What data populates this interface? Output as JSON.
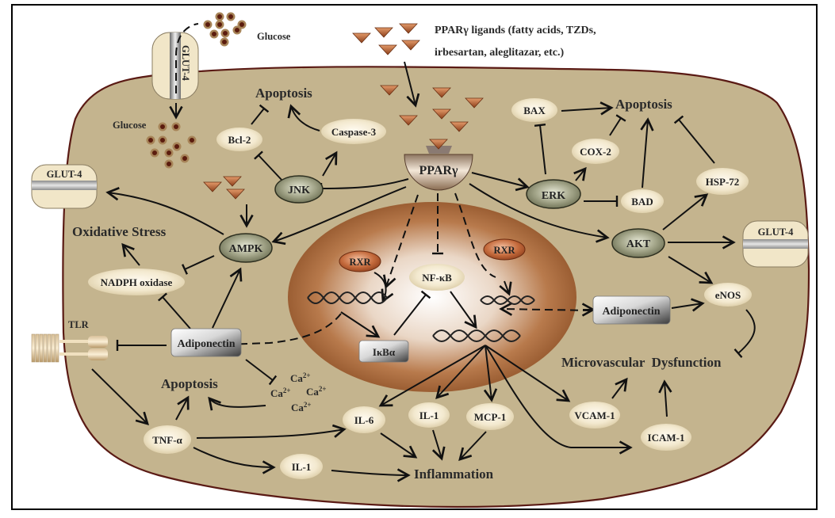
{
  "figure": {
    "title": "PPARγ signaling pathways in the cell",
    "colors": {
      "cytoplasm": "#c4b48e",
      "membrane": "#5a1a14",
      "nucleus_outer": "#a8673a",
      "nucleus_inner": "#ffffff",
      "ligand": "#a9552a",
      "kinase_node": "#7b7d62",
      "protein_node": "#f5ecd4",
      "box_node": "#8a8a8a",
      "text": "#2a2a2a"
    }
  },
  "labels": {
    "glucose_outside": "Glucose",
    "glucose_inside": "Glucose",
    "ligands_line1": "PPARγ ligands (fatty acids, TZDs,",
    "ligands_line2": "irbesartan, aleglitazar, etc.)",
    "apoptosis_top_left": "Apoptosis",
    "apoptosis_top_right": "Apoptosis",
    "apoptosis_bottom_left": "Apoptosis",
    "oxidative_stress": "Oxidative Stress",
    "microvascular_dysfunction": "Microvascular  Dysfunction",
    "inflammation": "Inflammation",
    "tlr": "TLR",
    "ca1": "Ca",
    "ca_sup": "2+"
  },
  "transporters": {
    "glut4_top": "GLUT-4",
    "glut4_left": "GLUT-4",
    "glut4_right": "GLUT-4"
  },
  "nodes": {
    "ppar": "PPARγ",
    "jnk": "JNK",
    "ampk": "AMPK",
    "erk": "ERK",
    "akt": "AKT",
    "bcl2": "Bcl-2",
    "caspase3": "Caspase-3",
    "bax": "BAX",
    "cox2": "COX-2",
    "bad": "BAD",
    "hsp72": "HSP-72",
    "nadph": "NADPH oxidase",
    "enos": "eNOS",
    "nfkb": "NF-κB",
    "rxr_left": "RXR",
    "rxr_right": "RXR",
    "ikba": "IκBα",
    "adiponectin_left": "Adiponectin",
    "adiponectin_right": "Adiponectin",
    "tnfa": "TNF-α",
    "il6": "IL-6",
    "il1_upper": "IL-1",
    "il1_lower": "IL-1",
    "mcp1": "MCP-1",
    "vcam1": "VCAM-1",
    "icam1": "ICAM-1"
  }
}
